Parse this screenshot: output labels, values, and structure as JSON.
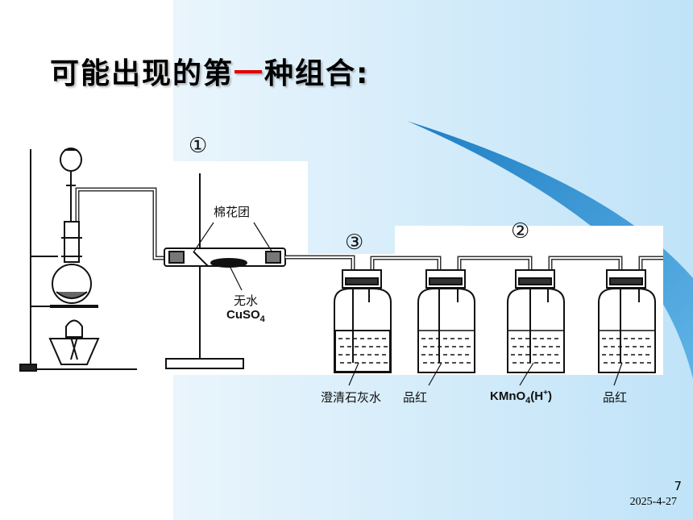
{
  "slide": {
    "title_pre": "可能出现的第",
    "title_highlight": "一",
    "title_post": "种组合:",
    "page_number": "7",
    "date": "2025-4-27"
  },
  "diagram": {
    "marker_1": "①",
    "marker_2": "②",
    "marker_3": "③",
    "cotton_label": "棉花团",
    "anhydrous_label": "无水",
    "cuso4_main": "CuSO",
    "cuso4_sub": "4",
    "limewater_label": "澄清石灰水",
    "pinkred_label_1": "品红",
    "kmno4_main": "KMnO",
    "kmno4_sub": "4",
    "kmno4_paren_open": "(H",
    "kmno4_sup": "+",
    "kmno4_paren_close": ")",
    "pinkred_label_2": "品红"
  },
  "colors": {
    "title_highlight": "#e00000",
    "swoosh": "#2a8fd0"
  }
}
